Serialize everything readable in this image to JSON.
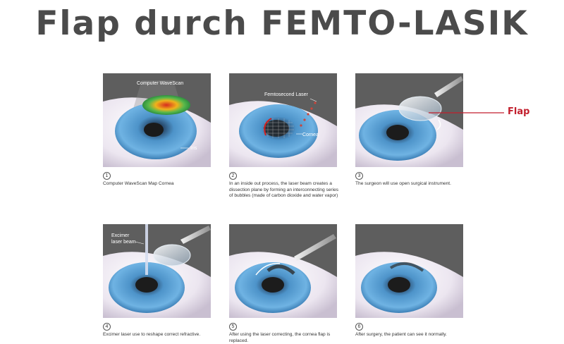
{
  "title": "Flap durch FEMTO-LASIK",
  "flap_label": "Flap",
  "colors": {
    "title": "#4b4b4b",
    "flap": "#c21f2d",
    "panel_bg": "#5e5e5e",
    "iris": "#5aa0d6"
  },
  "steps": [
    {
      "number": "1",
      "caption": "Computer WaveScan Map Cornea",
      "labels": [
        "Computer WaveScan",
        "Iris"
      ]
    },
    {
      "number": "2",
      "caption": "In an inside out process, the laser beam creates a dissection plane by forming an interconnecting series of bubbles (made of carbon dioxide and water vapor)",
      "labels": [
        "Femtosecond Laser",
        "Cornea"
      ]
    },
    {
      "number": "3",
      "caption": "The surgeon will use open surgical instrument.",
      "labels": []
    },
    {
      "number": "4",
      "caption": "Excimer laser use to reshape correct refractive.",
      "labels": [
        "Excimer",
        "laser beam"
      ]
    },
    {
      "number": "5",
      "caption": "After using the laser correcting, the cornea flap is replaced.",
      "labels": []
    },
    {
      "number": "6",
      "caption": "After surgery, the patient can see it normally.",
      "labels": []
    }
  ]
}
